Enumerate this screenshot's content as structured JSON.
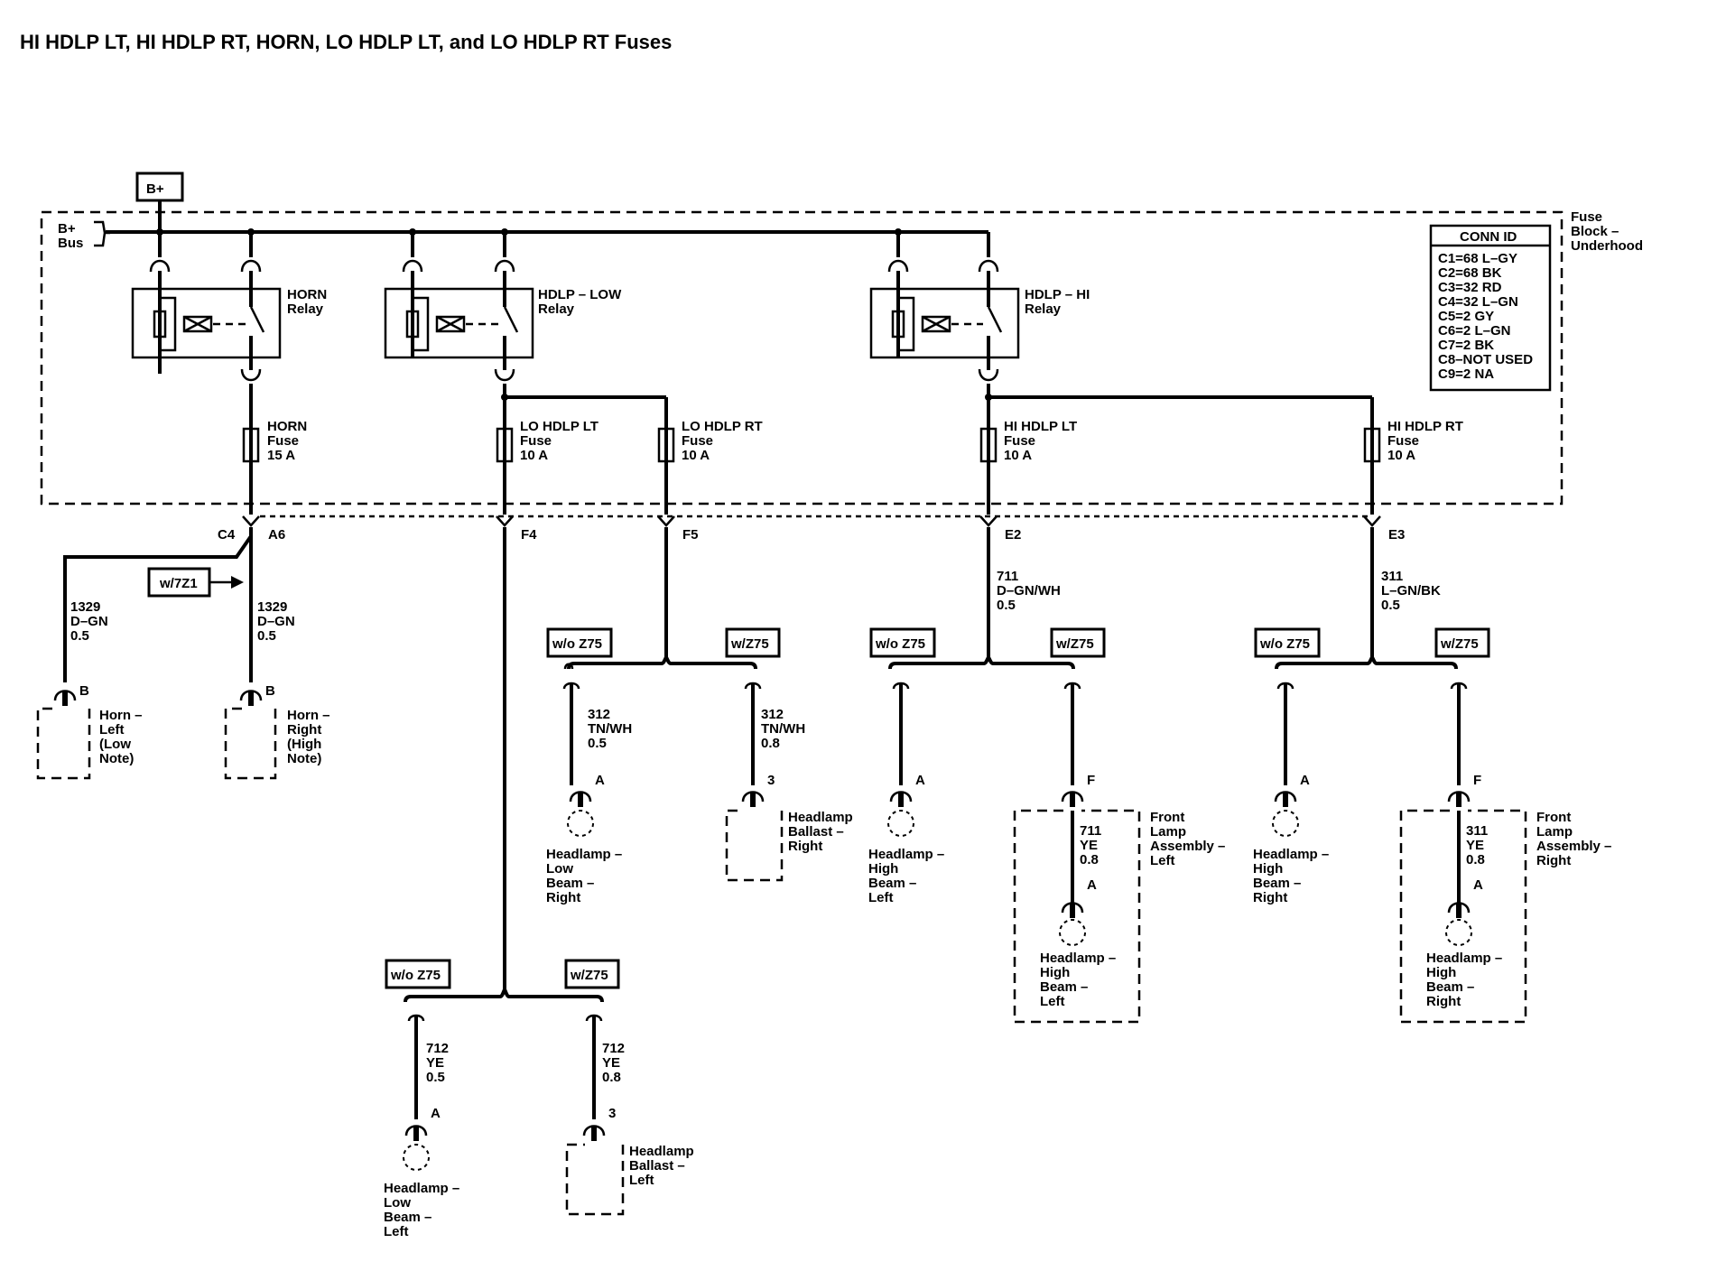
{
  "title": "HI HDLP LT, HI HDLP RT, HORN, LO HDLP LT, and LO HDLP RT Fuses",
  "power": {
    "source": "B+",
    "bus": [
      "B+",
      "Bus"
    ]
  },
  "fuse_block": {
    "name": [
      "Fuse",
      "Block –",
      "Underhood"
    ]
  },
  "conn_id": {
    "header": "CONN ID",
    "rows": [
      "C1=68 L–GY",
      "C2=68 BK",
      "C3=32 RD",
      "C4=32 L–GN",
      "C5=2 GY",
      "C6=2 L–GN",
      "C7=2 BK",
      "C8–NOT USED",
      "C9=2 NA"
    ]
  },
  "relays": [
    {
      "name": [
        "HORN",
        "Relay"
      ]
    },
    {
      "name": [
        "HDLP – LOW",
        "Relay"
      ]
    },
    {
      "name": [
        "HDLP – HI",
        "Relay"
      ]
    }
  ],
  "fuses": [
    {
      "name": [
        "HORN",
        "Fuse",
        "15 A"
      ],
      "pin": "A6",
      "conn": "C4"
    },
    {
      "name": [
        "LO HDLP LT",
        "Fuse",
        "10 A"
      ],
      "pin": "F4"
    },
    {
      "name": [
        "LO HDLP RT",
        "Fuse",
        "10 A"
      ],
      "pin": "F5"
    },
    {
      "name": [
        "HI HDLP LT",
        "Fuse",
        "10 A"
      ],
      "pin": "E2"
    },
    {
      "name": [
        "HI HDLP RT",
        "Fuse",
        "10 A"
      ],
      "pin": "E3"
    }
  ],
  "option_labels": {
    "wz71": "w/7Z1",
    "without_z75": "w/o Z75",
    "with_z75": "w/Z75"
  },
  "wires": {
    "horn_left": [
      "1329",
      "D–GN",
      "0.5"
    ],
    "horn_right": [
      "1329",
      "D–GN",
      "0.5"
    ],
    "hi_lt_feed": [
      "711",
      "D–GN/WH",
      "0.5"
    ],
    "hi_rt_feed": [
      "311",
      "L–GN/BK",
      "0.5"
    ],
    "lo_rt_a": [
      "312",
      "TN/WH",
      "0.5"
    ],
    "lo_rt_b": [
      "312",
      "TN/WH",
      "0.8"
    ],
    "lo_lt_a": [
      "712",
      "YE",
      "0.5"
    ],
    "lo_lt_b": [
      "712",
      "YE",
      "0.8"
    ],
    "hi_lt_inner": [
      "711",
      "YE",
      "0.8"
    ],
    "hi_rt_inner": [
      "311",
      "YE",
      "0.8"
    ]
  },
  "components": {
    "horn_left": {
      "pin": "B",
      "name": [
        "Horn –",
        "Left",
        "(Low",
        "Note)"
      ]
    },
    "horn_right": {
      "pin": "B",
      "name": [
        "Horn –",
        "Right",
        "(High",
        "Note)"
      ]
    },
    "hl_low_right": {
      "pin": "A",
      "name": [
        "Headlamp –",
        "Low",
        "Beam –",
        "Right"
      ]
    },
    "ballast_right": {
      "pin": "3",
      "name": [
        "Headlamp",
        "Ballast –",
        "Right"
      ]
    },
    "hl_high_left": {
      "pin": "A",
      "name": [
        "Headlamp –",
        "High",
        "Beam –",
        "Left"
      ]
    },
    "fla_left": {
      "pin": "F",
      "inner_pin": "A",
      "name": [
        "Front",
        "Lamp",
        "Assembly –",
        "Left"
      ],
      "lamp": [
        "Headlamp –",
        "High",
        "Beam –",
        "Left"
      ]
    },
    "hl_high_right": {
      "pin": "A",
      "name": [
        "Headlamp –",
        "High",
        "Beam –",
        "Right"
      ]
    },
    "fla_right": {
      "pin": "F",
      "inner_pin": "A",
      "name": [
        "Front",
        "Lamp",
        "Assembly –",
        "Right"
      ],
      "lamp": [
        "Headlamp –",
        "High",
        "Beam –",
        "Right"
      ]
    },
    "hl_low_left": {
      "pin": "A",
      "name": [
        "Headlamp –",
        "Low",
        "Beam –",
        "Left"
      ]
    },
    "ballast_left": {
      "pin": "3",
      "name": [
        "Headlamp",
        "Ballast –",
        "Left"
      ]
    }
  }
}
